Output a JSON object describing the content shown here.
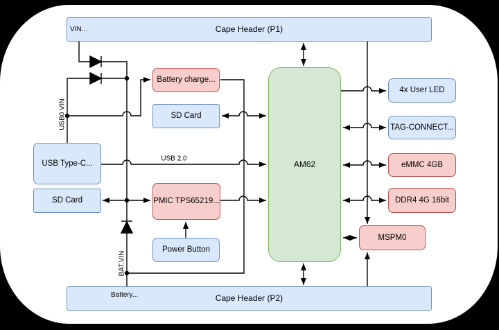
{
  "colors": {
    "background": "#000000",
    "canvas": "#ffffff",
    "blue_fill": "#dae8fc",
    "blue_stroke": "#6c8ebf",
    "red_fill": "#f8cecc",
    "red_stroke": "#b85450",
    "green_fill": "#d5e8d4",
    "green_stroke": "#82b366",
    "wire": "#000000"
  },
  "nodes": {
    "cape_header_p1": "Cape Header (P1)",
    "battery_charge": "Battery charge...",
    "sd_card_mid": "SD Card",
    "usb_type_c": "USB Type-C...",
    "sd_card_left": "SD Card",
    "pmic": "PMIC TPS65219...",
    "power_button": "Power Button",
    "am62": "AM62",
    "user_led": "4x User LED",
    "tag_connect": "TAG-CONNECT...",
    "emmc": "eMMC 4GB",
    "ddr4": "DDR4 4G 16bit",
    "mspm0": "MSPM0",
    "cape_header_p2": "Cape Header (P2)"
  },
  "edge_labels": {
    "vin": "VIN...",
    "battery": "Battery...",
    "usb0_vin": "USB0 VIN",
    "bat_vin": "BAT.VIN",
    "usb2": "USB 2.0"
  }
}
